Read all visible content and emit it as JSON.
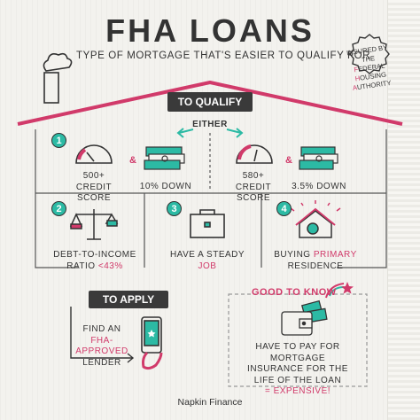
{
  "header": {
    "title": "FHA LOANS",
    "subtitle": "TYPE OF MORTGAGE THAT'S EASIER TO QUALIFY FOR"
  },
  "seal": {
    "line1": "INSURED BY THE",
    "line2_initial": "F",
    "line2_rest": "EDERAL",
    "line3_initial": "H",
    "line3_rest": "OUSING",
    "line4_initial": "A",
    "line4_rest": "UTHORITY"
  },
  "qualify": {
    "label": "TO QUALIFY",
    "either": "EITHER",
    "step1": {
      "number": "1",
      "option_a": {
        "score": "500+",
        "score_label": "CREDIT SCORE",
        "down": "10% DOWN"
      },
      "option_b": {
        "score": "580+",
        "score_label": "CREDIT SCORE",
        "down": "3.5% DOWN"
      },
      "amp": "&"
    },
    "step2": {
      "number": "2",
      "line1": "DEBT-TO-INCOME",
      "line2_prefix": "RATIO ",
      "line2_value": "<43%"
    },
    "step3": {
      "number": "3",
      "line1": "HAVE A STEADY",
      "line2": "JOB"
    },
    "step4": {
      "number": "4",
      "line1_prefix": "BUYING ",
      "line1_highlight": "PRIMARY",
      "line2": "RESIDENCE"
    }
  },
  "apply": {
    "label": "TO APPLY",
    "line1": "FIND AN",
    "line2_highlight": "FHA-APPROVED",
    "line3": "LENDER"
  },
  "good_to_know": {
    "label": "GOOD TO KNOW",
    "line1": "HAVE TO PAY FOR MORTGAGE",
    "line2": "INSURANCE FOR THE",
    "line3": "LIFE OF THE LOAN",
    "line4": "= EXPENSIVE!"
  },
  "footer": {
    "brand": "Napkin Finance"
  },
  "colors": {
    "pink": "#d13a6a",
    "teal": "#2cbaa4",
    "ink": "#333333"
  }
}
